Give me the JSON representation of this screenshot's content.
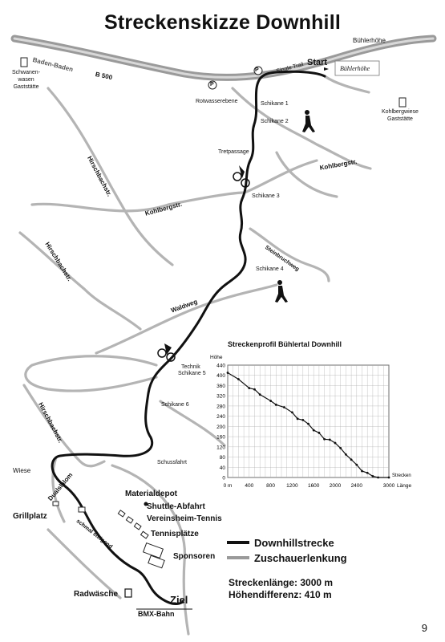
{
  "title": "Streckenskizze Downhill",
  "places": {
    "buehlerhoehe": "Bühlerhöhe",
    "start": "Start",
    "logo": "Bühlerhöhe",
    "schwanenwasen": "Schwanen-\nwasen\nGaststätte",
    "kohlbergwiese": "Kohlbergwiese\nGaststätte",
    "wiese": "Wiese",
    "grillplatz": "Grillplatz",
    "materialdepot": "Materialdepot",
    "shuttle": "Shuttle-Abfahrt",
    "vereinsheim": "Vereinsheim-Tennis",
    "tennisplaetze": "Tennisplätze",
    "sponsoren": "Sponsoren",
    "radwaesche": "Radwäsche",
    "ziel": "Ziel",
    "bmx": "BMX-Bahn",
    "parking": "P"
  },
  "roads": {
    "badenbaden": "Baden-Baden",
    "b500": "B 500",
    "kohlbergstr1": "Kohlbergstr.",
    "kohlbergstr2": "Kohlbergstr.",
    "hirschbachstr1": "Hirschbachstr.",
    "hirschbachstr2": "Hirschbachstr.",
    "hirschbachstr3": "Hirschbachstr.",
    "waldweg": "Waldweg",
    "steinbruchweg": "Steinbruchweg",
    "dualslalom": "Dualslalom",
    "schmalsteigend": "schmal steigend"
  },
  "track": {
    "singletrail": "Single Trail",
    "rotwasserebene": "Rotwasserebene",
    "schikane1": "Schikane 1",
    "schikane2": "Schikane 2",
    "tretpassage": "Tretpassage",
    "schikane3": "Schikane 3",
    "schikane4": "Schikane 4",
    "technik": "Technik",
    "schikane5": "Schikane 5",
    "schikane6": "Schikane 6",
    "schussfahrt": "Schussfahrt"
  },
  "legend": {
    "downhill": "Downhillstrecke",
    "zuschauer": "Zuschauerlenkung",
    "color_downhill": "#111111",
    "color_zuschauer": "#9a9a9a"
  },
  "stats": {
    "length": "Streckenlänge: 3000 m",
    "height": "Höhendifferenz: 410 m"
  },
  "page_number": "9",
  "chart_data": {
    "type": "line",
    "title": "Streckenprofil Bühlertal Downhill",
    "ylabel": "Höhe",
    "xlabel": "Länge",
    "end_label": "Strecken",
    "xlim": [
      0,
      3000
    ],
    "ylim": [
      0,
      440
    ],
    "xticks": [
      0,
      400,
      800,
      1200,
      1600,
      2000,
      2400,
      3000
    ],
    "xtick_labels": [
      "0 m",
      "400",
      "800",
      "1200",
      "1600",
      "2000",
      "2400",
      "3000"
    ],
    "yticks": [
      0,
      40,
      80,
      120,
      160,
      200,
      240,
      280,
      320,
      360,
      400,
      440
    ],
    "grid": true,
    "x": [
      0,
      200,
      400,
      500,
      600,
      800,
      900,
      1050,
      1200,
      1300,
      1400,
      1500,
      1600,
      1700,
      1800,
      1900,
      2000,
      2100,
      2200,
      2300,
      2400,
      2500,
      2600,
      2700,
      2800,
      3000
    ],
    "y": [
      410,
      385,
      350,
      345,
      325,
      300,
      285,
      275,
      255,
      230,
      225,
      210,
      185,
      175,
      150,
      148,
      135,
      115,
      90,
      70,
      50,
      25,
      18,
      5,
      0,
      0
    ]
  }
}
